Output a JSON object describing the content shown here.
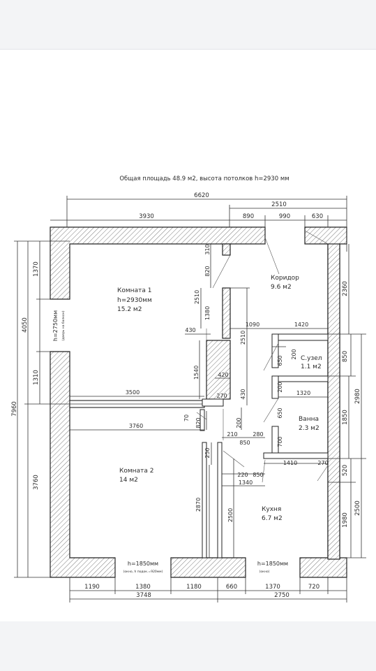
{
  "plan": {
    "title": "Общая площадь 48.9 м2, высота потолков h=2930 мм",
    "rooms": {
      "room1": {
        "name": "Комната 1",
        "height": "h=2930мм",
        "area": "15.2 м2"
      },
      "room2": {
        "name": "Комната 2",
        "area": "14 м2"
      },
      "corridor": {
        "name": "Коридор",
        "area": "9.6 м2"
      },
      "toilet": {
        "name": "С.узел",
        "area": "1.1 м2"
      },
      "bath": {
        "name": "Ванна",
        "area": "2.3 м2"
      },
      "kitchen": {
        "name": "Кухня",
        "area": "6.7 м2"
      }
    },
    "notes": {
      "balcony_door": "h=2750мм",
      "balcony_door_sub": "(дверь на балкон)",
      "window_left": "h=1850мм",
      "window_left_sub": "(окно, h подок.=920мм)",
      "window_right": "h=1850мм",
      "window_right_sub": "(окно)"
    },
    "dimensions": {
      "top_total": "6620",
      "top_right": "2510",
      "top_left": "3930",
      "top_890": "890",
      "top_990": "990",
      "top_630": "630",
      "left_total": "7960",
      "left_4050": "4050",
      "left_3760": "3760",
      "left_1370": "1370",
      "left_1310": "1310",
      "right_2360": "2360",
      "right_850": "850",
      "right_2980": "2980",
      "right_1850": "1850",
      "right_520": "520",
      "right_2500": "2500",
      "right_1980": "1980",
      "bottom_1190": "1190",
      "bottom_1380": "1380",
      "bottom_1180": "1180",
      "bottom_660": "660",
      "bottom_1370": "1370",
      "bottom_720": "720",
      "bottom_3748": "3748",
      "bottom_2750": "2750",
      "in_310": "310",
      "in_820a": "820",
      "in_2510a": "2510",
      "in_1380": "1380",
      "in_430a": "430",
      "in_1090": "1090",
      "in_1420": "1420",
      "in_2510b": "2510",
      "in_1540": "1540",
      "in_420": "420",
      "in_270a": "270",
      "in_430b": "430",
      "in_200a": "200",
      "in_650a": "650",
      "in_200b": "200",
      "in_1320": "1320",
      "in_3500": "3500",
      "in_70": "70",
      "in_820b": "820",
      "in_200c": "200",
      "in_3760": "3760",
      "in_650b": "650",
      "in_700": "700",
      "in_210": "210",
      "in_850a": "850",
      "in_280": "280",
      "in_250": "250",
      "in_1410": "1410",
      "in_270b": "270",
      "in_220": "220",
      "in_850b": "850",
      "in_1340": "1340",
      "in_2870": "2870",
      "in_2500": "2500"
    }
  }
}
